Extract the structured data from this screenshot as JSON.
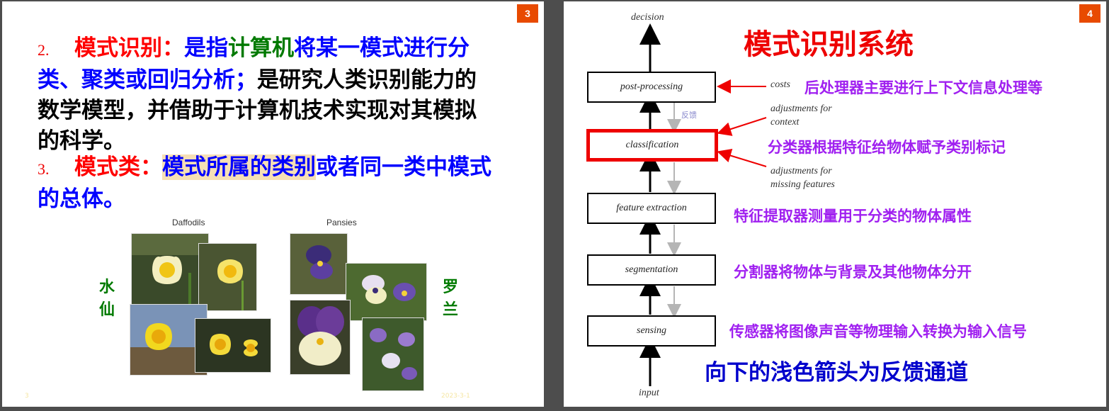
{
  "slide3": {
    "page_number": "3",
    "item2": {
      "number": "2.",
      "term": "模式识别：",
      "part1": "是指",
      "part2": "计算机",
      "part3": "将某一模式进行分类、聚类或回归分析；",
      "part4": "是研究人类识别能力的数学模型，并借助于计算机技术实现对其模拟的科学。"
    },
    "item3": {
      "number": "3.",
      "term": "模式类：",
      "part1": "模式所属的类别",
      "part2": "或者同一类中模式的总体。"
    },
    "daffodils_label": "Daffodils",
    "pansies_label": "Pansies",
    "left_char1": "水",
    "left_char2": "仙",
    "right_char1": "罗",
    "right_char2": "兰",
    "footer_left": "3",
    "footer_right": "2023-3-1"
  },
  "slide4": {
    "page_number": "4",
    "title": "模式识别系统",
    "top_label": "decision",
    "bottom_label": "input",
    "feedback_label": "反馈",
    "boxes": [
      "post-processing",
      "classification",
      "feature extraction",
      "segmentation",
      "sensing"
    ],
    "costs_label": "costs",
    "adj_context_1": "adjustments for",
    "adj_context_2": "context",
    "adj_missing_1": "adjustments for",
    "adj_missing_2": "missing features",
    "annotations": {
      "post": "后处理器主要进行上下文信息处理等",
      "classifier": "分类器根据特征给物体赋予类别标记",
      "feature": "特征提取器测量用于分类的物体属性",
      "segment": "分割器将物体与背景及其他物体分开",
      "sensing": "传感器将图像声音等物理输入转换为输入信号"
    },
    "bottom_note": "向下的浅色箭头为反馈通道"
  }
}
